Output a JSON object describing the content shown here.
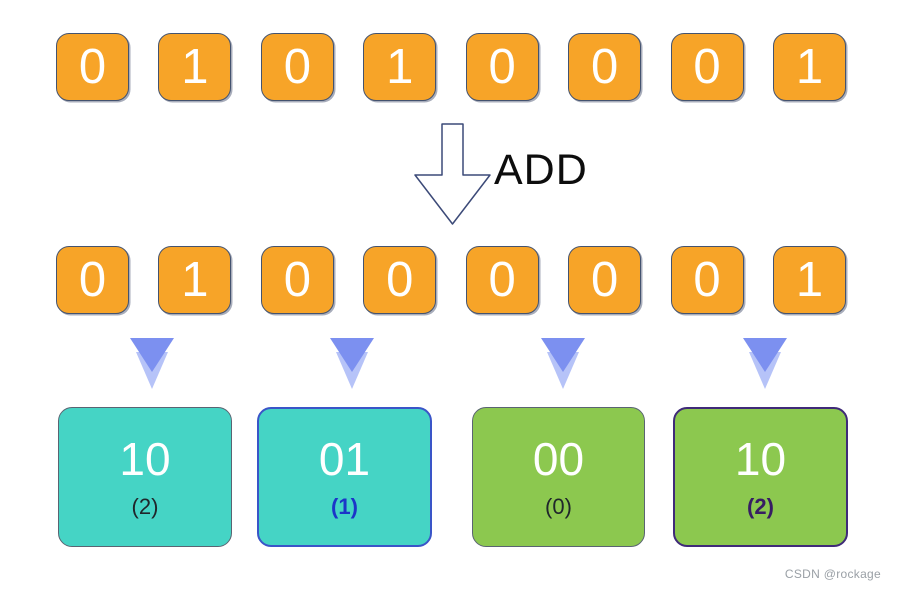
{
  "diagram": {
    "input_bits": [
      "0",
      "1",
      "0",
      "1",
      "0",
      "0",
      "0",
      "1"
    ],
    "operation_label": "ADD",
    "result_bits": [
      "0",
      "1",
      "0",
      "0",
      "0",
      "0",
      "0",
      "1"
    ],
    "groups": [
      {
        "bits": "10",
        "decimal": "(2)",
        "fill": "#45d4c5",
        "border": "#5a6472",
        "border_width": "1.5px",
        "decimal_color": "#20262b",
        "decimal_bold": false
      },
      {
        "bits": "01",
        "decimal": "(1)",
        "fill": "#45d4c5",
        "border": "#3a55c8",
        "border_width": "2px",
        "decimal_color": "#1c35c8",
        "decimal_bold": true
      },
      {
        "bits": "00",
        "decimal": "(0)",
        "fill": "#8cc84f",
        "border": "#5a6472",
        "border_width": "1.5px",
        "decimal_color": "#20262b",
        "decimal_bold": false
      },
      {
        "bits": "10",
        "decimal": "(2)",
        "fill": "#8cc84f",
        "border": "#3f2a78",
        "border_width": "2.5px",
        "decimal_color": "#371d63",
        "decimal_bold": true
      }
    ],
    "colors": {
      "bit_cell": "#f7a428",
      "bit_cell_border": "#44536f",
      "chevron_front": "#7c90f0",
      "chevron_back": "#b6c3f8",
      "arrow_outline": "#3c4a78"
    },
    "watermark": "CSDN @rockage"
  }
}
